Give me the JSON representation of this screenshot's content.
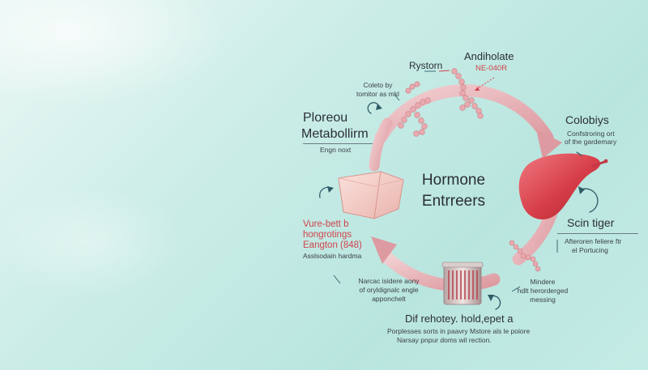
{
  "center": {
    "line1": "Hormone",
    "line2": "Entrreers"
  },
  "top": {
    "rystorn": "Rystorn",
    "andiholate": "Andiholate",
    "code": "NE-040R",
    "coleto_line1": "Coleto by",
    "coleto_line2": "tomitor as mkl"
  },
  "left_upper": {
    "title_line1": "Ploreou",
    "title_line2": "Metabollirm",
    "sub": "Engn noxt"
  },
  "right_upper": {
    "title": "Colobiys",
    "sub_line1": "Confstroring ort",
    "sub_line2": "of the gardemary"
  },
  "left_lower": {
    "line1": "Vure-bett b",
    "line2": "hongrotings",
    "line3": "Eangton (848)",
    "line4": "Asslsodain hardma"
  },
  "right_lower": {
    "title": "Scin tiger",
    "sub_line1": "Afteroren feliere ftr",
    "sub_line2": "el Portucing"
  },
  "bottom_left": {
    "line1": "Narcac isidere aony",
    "line2": "of oryldignalc engle",
    "line3": "apponchelt"
  },
  "bottom_right": {
    "line1": "Mindere",
    "line2": "hdlt herorderged",
    "line3": "messing"
  },
  "footer": {
    "title": "Dif rehotey. hold,epet a",
    "line1": "Porplesses sorts in paavry Mstore als le poiore",
    "line2": "Narsay pnpur doms wil rection."
  },
  "colors": {
    "arrow": "#e4a6ab",
    "arrow_dark": "#d98d94",
    "liver": "#d9444e",
    "accent_red": "#d0444c",
    "connector": "#2d5b66"
  }
}
